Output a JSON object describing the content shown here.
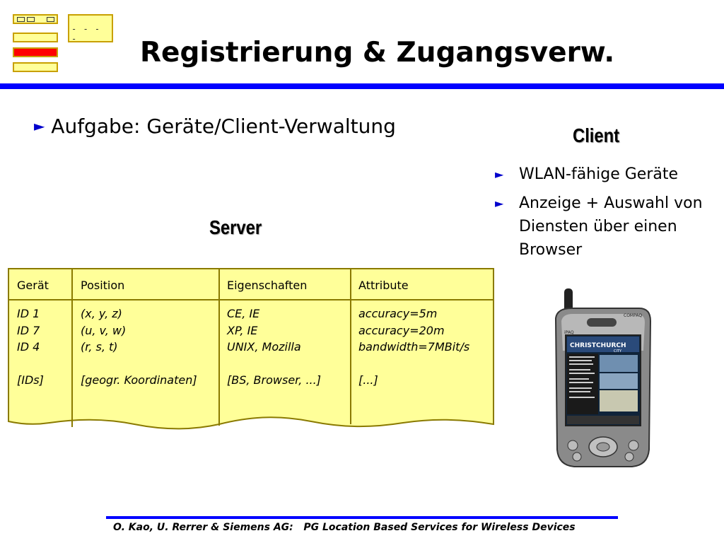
{
  "title": "Registrierung & Zugangsverw.",
  "main_bullet": "Aufgabe: Geräte/Client-Verwaltung",
  "client": {
    "heading": "Client",
    "items": [
      "WLAN-fähige Geräte",
      "Anzeige + Auswahl von Diensten über einen Browser"
    ]
  },
  "server": {
    "heading": "Server",
    "columns": [
      "Gerät",
      "Position",
      "Eigenschaften",
      "Attribute"
    ],
    "rows": [
      [
        "ID 1",
        "(x, y, z)",
        "CE, IE",
        "accuracy=5m"
      ],
      [
        "ID 7",
        "(u, v, w)",
        "XP, IE",
        "accuracy=20m"
      ],
      [
        "ID 4",
        "(r, s, t)",
        "UNIX, Mozilla",
        "bandwidth=7MBit/s"
      ],
      [
        "",
        "",
        "",
        ""
      ],
      [
        "[IDs]",
        "[geogr. Koordinaten]",
        "[BS, Browser, ...]",
        "[...]"
      ]
    ]
  },
  "device": {
    "brand": "COMPAQ",
    "model": "iPAQ",
    "screen_title": "CHRISTCHURCH",
    "screen_subtitle": "CITY"
  },
  "footer": "O. Kao, U. Rerrer & Siemens AG:   PG Location Based Services for Wireless Devices",
  "colors": {
    "accent_blue": "#0000ff",
    "table_fill": "#ffff99",
    "table_border": "#8a7a00",
    "logo_red": "#ff0000"
  }
}
